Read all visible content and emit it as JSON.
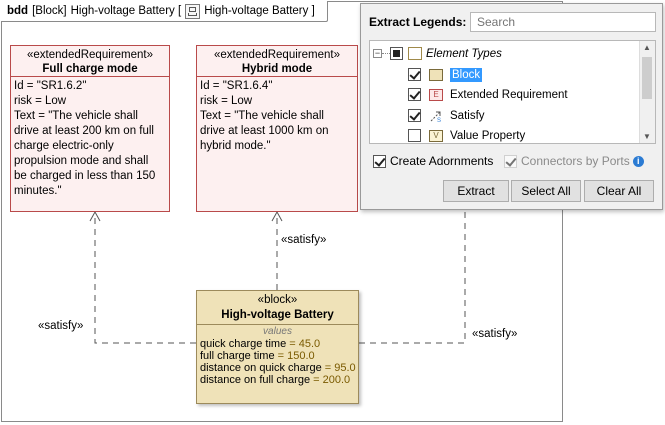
{
  "diagram": {
    "kind": "bdd",
    "header_type": "[Block]",
    "header_name": "High-voltage Battery [",
    "header_ref": "High-voltage Battery ]"
  },
  "requirements": [
    {
      "stereotype": "«extendedRequirement»",
      "name": "Full charge mode",
      "lines": [
        "Id = \"SR1.6.2\"",
        "risk = Low",
        "Text = \"The vehicle shall",
        "drive at least 200 km on full",
        "charge electric-only",
        "propulsion mode and shall",
        "be charged in less than 150",
        "minutes.\""
      ]
    },
    {
      "stereotype": "«extendedRequirement»",
      "name": "Hybrid mode",
      "lines": [
        "Id = \"SR1.6.4\"",
        "risk = Low",
        "Text = \"The vehicle shall",
        "drive at least 1000 km on",
        "hybrid mode.\""
      ]
    }
  ],
  "block": {
    "stereotype": "«block»",
    "name": "High-voltage Battery",
    "compartment": "values",
    "values": [
      {
        "name": "quick charge time",
        "value": "= 45.0"
      },
      {
        "name": "full charge time",
        "value": "= 150.0"
      },
      {
        "name": "distance on quick charge",
        "value": "= 95.0"
      },
      {
        "name": "distance on full charge",
        "value": "= 200.0"
      }
    ]
  },
  "relations": {
    "satisfy_left": "«satisfy»",
    "satisfy_middle": "«satisfy»",
    "satisfy_right": "«satisfy»"
  },
  "legend_panel": {
    "title": "Extract Legends:",
    "search_placeholder": "Search",
    "root_label": "Element Types",
    "items": [
      {
        "label": "Block",
        "checked": true,
        "selected": true,
        "icon": "block-icon"
      },
      {
        "label": "Extended Requirement",
        "checked": true,
        "selected": false,
        "icon": "extended-requirement-icon"
      },
      {
        "label": "Satisfy",
        "checked": true,
        "selected": false,
        "icon": "satisfy-icon"
      },
      {
        "label": "Value Property",
        "checked": false,
        "selected": false,
        "icon": "value-property-icon"
      }
    ],
    "create_adornments": "Create Adornments",
    "connectors_by_ports": "Connectors by Ports",
    "buttons": {
      "extract": "Extract",
      "select_all": "Select All",
      "clear_all": "Clear All"
    },
    "colors": {
      "selection": "#3399ff",
      "info": "#2b7bd3"
    }
  }
}
